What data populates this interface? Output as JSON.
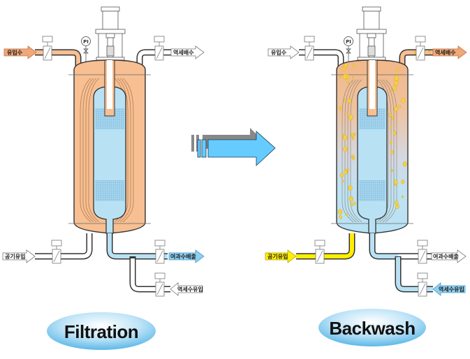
{
  "colors": {
    "orange_fill": "#f7bf92",
    "orange_dark": "#e8a06a",
    "blue_fill": "#b8e2f4",
    "blue_light": "#d6effa",
    "yellow_pipe": "#ffee00",
    "arrow_blue": "#66ccff",
    "arrow_gray": "#888888",
    "outline": "#333333",
    "bubble": "#f6d23c"
  },
  "panels": [
    {
      "id": "filtration",
      "title": "Filtration",
      "labels": {
        "inlet": "유입수",
        "backwash_drain": "역세배수",
        "air_inlet": "공기유입",
        "filtrate_out": "여과수배출",
        "backwash_in": "역세수유입",
        "gauge": "PI"
      },
      "active_flows": [
        "inlet",
        "filtrate_out"
      ]
    },
    {
      "id": "backwash",
      "title": "Backwash",
      "labels": {
        "inlet": "유입수",
        "backwash_drain": "역세배수",
        "air_inlet": "공기유입",
        "filtrate_out": "여과수배출",
        "backwash_in": "역세수유입",
        "gauge": "PI"
      },
      "active_flows": [
        "backwash_drain",
        "air_inlet",
        "backwash_in"
      ]
    }
  ],
  "transition_arrow": "filtration-to-backwash"
}
